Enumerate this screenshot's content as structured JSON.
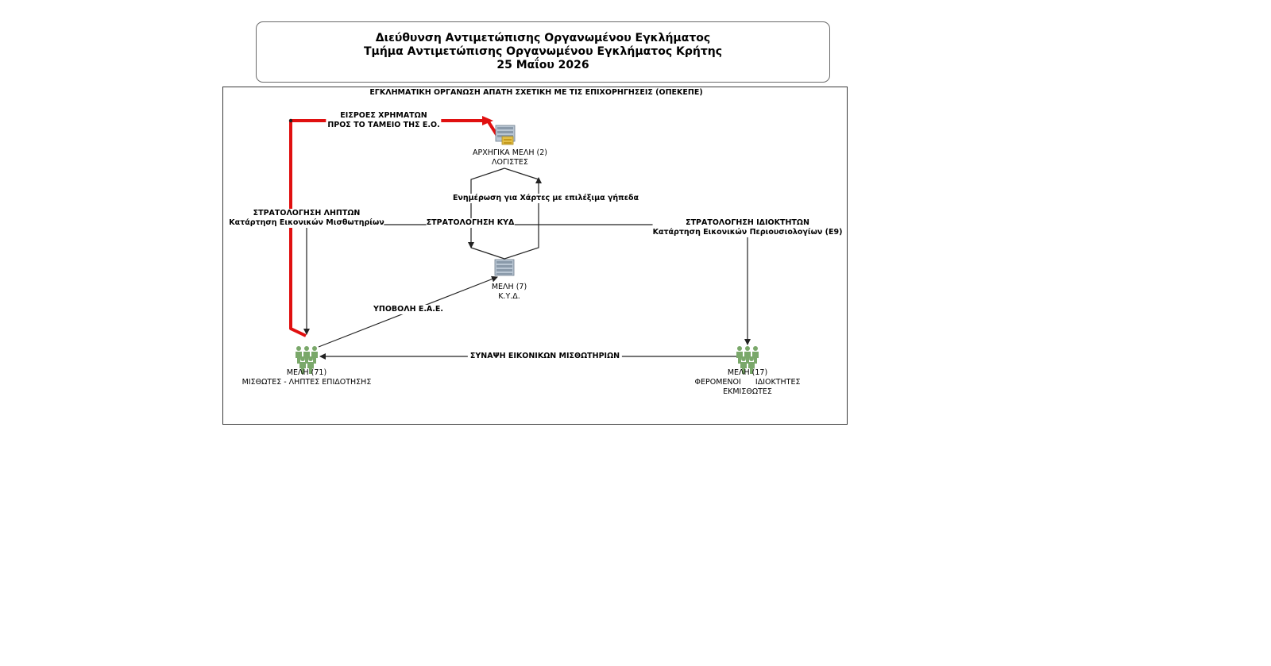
{
  "header": {
    "line1": "Διεύθυνση Αντιμετώπισης Οργανωμένου Εγκλήματος",
    "line2": "Τμήμα Αντιμετώπισης Οργανωμένου Εγκλήματος Κρήτης",
    "date": "25 Μαΐου 2026"
  },
  "diagram": {
    "title": "ΕΓΚΛΗΜΑΤΙΚΗ ΟΡΓΑΝΩΣΗ ΑΠΑΤΗ ΣΧΕΤΙΚΗ ΜΕ ΤΙΣ ΕΠΙΧΟΡΗΓΗΣΕΙΣ (ΟΠΕΚΕΠΕ)",
    "colors": {
      "money_flow": "#e01010",
      "line": "#222222",
      "people": "#7aa86a",
      "server": "#9fb0c0"
    },
    "nodes": {
      "leaders": {
        "icon": "server-money-icon",
        "line1": "ΑΡΧΗΓΙΚΑ ΜΕΛΗ (2)",
        "line2": "ΛΟΓΙΣΤΕΣ"
      },
      "kyd": {
        "icon": "server-icon",
        "line1": "ΜΕΛΗ (7)",
        "line2": "Κ.Υ.Δ."
      },
      "tenants": {
        "icon": "people-group-icon",
        "line1": "ΜΕΛΗ  (71)",
        "line2": "ΜΙΣΘΩΤΕΣ - ΛΗΠΤΕΣ ΕΠΙΔΟΤΗΣΗΣ"
      },
      "owners": {
        "icon": "people-group-icon",
        "line1": "ΜΕΛΗ  (17)",
        "line2": "ΦΕΡΟΜΕΝΟΙ      ΙΔΙΟΚΤΗΤΕΣ",
        "line3": "ΕΚΜΙΣΘΩΤΕΣ"
      }
    },
    "edges": {
      "money_in": {
        "line1": "ΕΙΣΡΟΕΣ ΧΡΗΜΑΤΩΝ",
        "line2": "ΠΡΟΣ ΤΟ ΤΑΜΕΙΟ ΤΗΣ Ε.Ο."
      },
      "recruit_recipients": {
        "line1": "ΣΤΡΑΤΟΛΟΓΗΣΗ ΛΗΠΤΩΝ",
        "line2": "Κατάρτηση Εικονικών Μισθωτηρίων"
      },
      "recruit_owners": {
        "line1": "ΣΤΡΑΤΟΛΟΓΗΣΗ ΙΔΙΟΚΤΗΤΩΝ",
        "line2": "Κατάρτηση Εικονικών Περιουσιολογίων (Ε9)"
      },
      "update_maps": "Ενημέρωση για Χάρτες με επιλέξιμα γήπεδα",
      "recruit_kyd": "ΣΤΡΑΤΟΛΟΓΗΣΗ ΚΥΔ",
      "submit_eae": "ΥΠΟΒΟΛΗ Ε.Α.Ε.",
      "fake_leases": "ΣΥΝΑΨΗ ΕΙΚΟΝΙΚΩΝ ΜΙΣΘΩΤΗΡΙΩΝ"
    }
  }
}
